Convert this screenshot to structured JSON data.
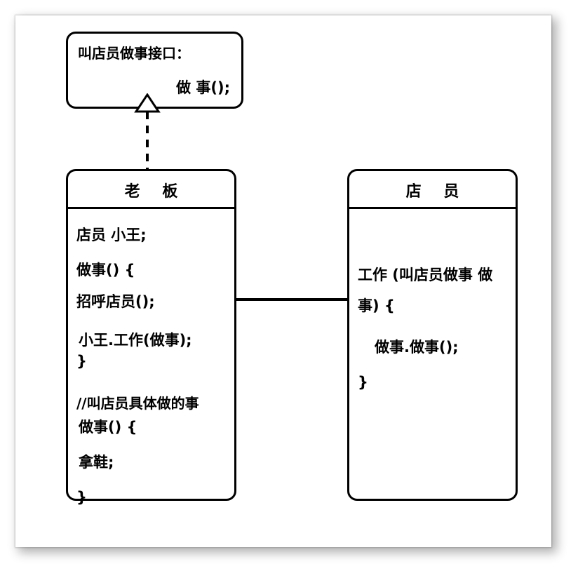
{
  "diagram": {
    "type": "uml-class-diagram",
    "background_color": "#ffffff",
    "stroke_color": "#000000"
  },
  "interface_box": {
    "name": "叫店员做事接口：",
    "method": "做 事();"
  },
  "boss_box": {
    "title": "老 板",
    "lines": [
      "店员 小王;",
      "做事() {",
      "招呼店员();",
      "小王.工作(做事);",
      "}",
      "//叫店员具体做的事",
      "做事() {",
      "拿鞋;",
      "}"
    ]
  },
  "clerk_box": {
    "title": "店 员",
    "lines": [
      "工作 (叫店员做事 做事) {",
      "做事.做事();",
      "}"
    ]
  },
  "relationships": {
    "realization": {
      "label": "",
      "from": "老 板",
      "to": "叫店员做事接口：",
      "style": "dashed-hollow-triangle"
    },
    "association": {
      "label": "",
      "from": "老 板",
      "to": "店 员",
      "style": "solid-line"
    }
  }
}
